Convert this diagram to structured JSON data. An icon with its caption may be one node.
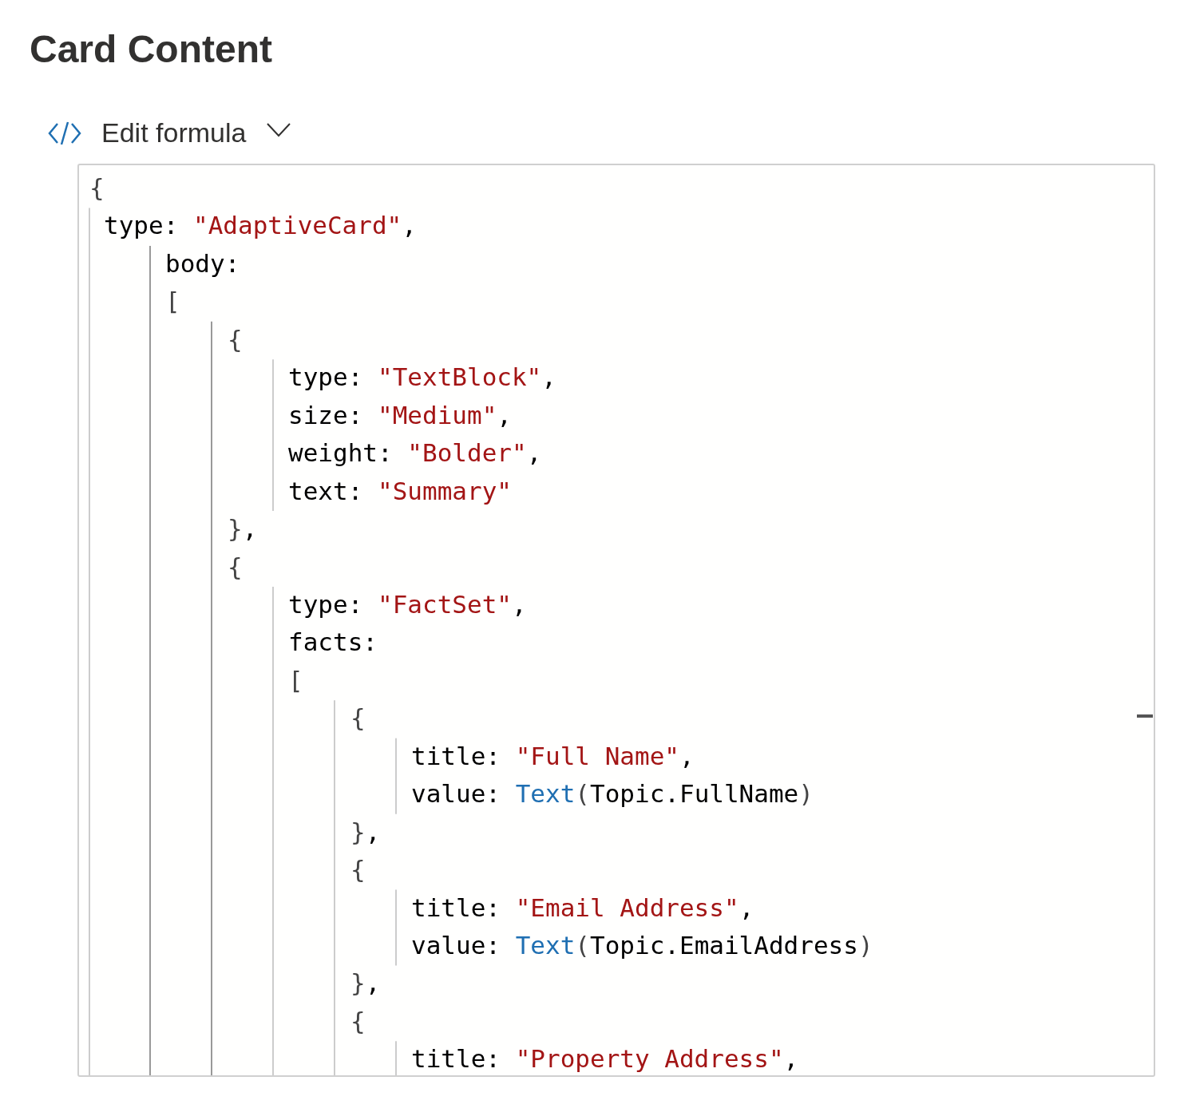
{
  "diagram": {
    "title": "Card Content",
    "labels": [
      "Edit formula",
      "{",
      "type: \"AdaptiveCard\",",
      "body:",
      "[",
      "{",
      "type: \"TextBlock\",",
      "size: \"Medium\",",
      "weight: \"Bolder\",",
      "text: \"Summary\"",
      "},",
      "{",
      "type: \"FactSet\",",
      "facts:",
      "[",
      "{",
      "title: \"Full Name\",",
      "value: Text(Topic.FullName)",
      "},",
      "{",
      "title: \"Email Address\",",
      "value: Text(Topic.EmailAddress)",
      "},",
      "{",
      "title: \"Property Address\","
    ]
  }
}
